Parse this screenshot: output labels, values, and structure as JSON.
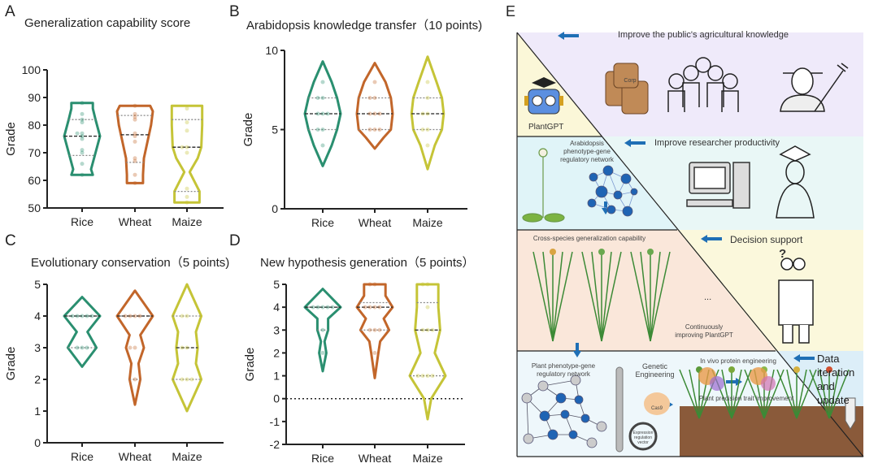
{
  "panels": {
    "A": {
      "letter": "A",
      "title": "Generalization capability score"
    },
    "B": {
      "letter": "B",
      "title": "Arabidopsis knowledge transfer（10 points)"
    },
    "C": {
      "letter": "C",
      "title": "Evolutionary conservation（5 points)"
    },
    "D": {
      "letter": "D",
      "title": "New hypothesis generation（5 points）"
    },
    "E": {
      "letter": "E",
      "public": "Improve the public's agricultural knowledge",
      "researcher": "Improve researcher productivity",
      "decision": "Decision support",
      "data_iter": "Data iteration and update",
      "plantgpt": "PlantGPT",
      "arab_net": "Arabidopsis phenotype-gene regulatory network",
      "cross_species": "Cross-species generalization capability",
      "continuous": "Continuously improving PlantGPT",
      "plant_net": "Plant phenotype-gene regulatory network",
      "genetic": "Genetic Engineering",
      "in_vivo": "In vivo protein engineering",
      "precision": "Plant precision trait improvement",
      "corp": "Corp",
      "cas9": "Cas9",
      "vector": "Expression regulation vector",
      "ellipsis": "...",
      "question": "?"
    }
  },
  "colors": {
    "Rice": "#2a8f70",
    "Wheat": "#c2662a",
    "Maize": "#c5c437",
    "arrow": "#1f6fb5",
    "node": "#1f64b4"
  },
  "chart_data": [
    {
      "id": "A",
      "type": "violin",
      "title": "Generalization capability score",
      "ylabel": "Grade",
      "ylim": [
        50,
        100
      ],
      "yticks": [
        50,
        60,
        70,
        80,
        90,
        100
      ],
      "categories": [
        "Rice",
        "Wheat",
        "Maize"
      ],
      "series": [
        {
          "name": "Rice",
          "median": 76,
          "q1": 69,
          "q3": 82,
          "density": [
            [
              62,
              0.6
            ],
            [
              64,
              0.5
            ],
            [
              70,
              0.75
            ],
            [
              76,
              1
            ],
            [
              82,
              0.75
            ],
            [
              86,
              0.6
            ],
            [
              88,
              0.6
            ]
          ],
          "points": [
            62,
            66,
            70,
            71,
            75,
            76,
            77,
            77,
            81,
            82,
            84,
            88
          ]
        },
        {
          "name": "Wheat",
          "median": 76.5,
          "q1": 66.5,
          "q3": 83.5,
          "density": [
            [
              59,
              0.45
            ],
            [
              62,
              0.45
            ],
            [
              68,
              0.5
            ],
            [
              74,
              0.7
            ],
            [
              80,
              0.9
            ],
            [
              85,
              1
            ],
            [
              87,
              0.85
            ]
          ],
          "points": [
            59,
            62,
            67,
            68,
            74,
            76,
            77,
            82,
            83,
            84,
            87
          ]
        },
        {
          "name": "Maize",
          "median": 72,
          "q1": 56,
          "q3": 82,
          "density": [
            [
              52,
              0.7
            ],
            [
              56,
              0.7
            ],
            [
              63,
              0.15
            ],
            [
              68,
              0.6
            ],
            [
              72,
              0.8
            ],
            [
              80,
              0.85
            ],
            [
              87,
              0.85
            ]
          ],
          "points": [
            52,
            54,
            57,
            70,
            72,
            72,
            78,
            81,
            86
          ]
        }
      ]
    },
    {
      "id": "B",
      "type": "violin",
      "title": "Arabidopsis knowledge transfer (10 points)",
      "ylabel": "Grade",
      "ylim": [
        0,
        10
      ],
      "yticks": [
        0,
        5,
        10
      ],
      "categories": [
        "Rice",
        "Wheat",
        "Maize"
      ],
      "series": [
        {
          "name": "Rice",
          "median": 6,
          "q1": 5,
          "q3": 7,
          "density": [
            [
              2.7,
              0
            ],
            [
              4,
              0.5
            ],
            [
              5,
              0.8
            ],
            [
              6,
              1
            ],
            [
              7,
              0.8
            ],
            [
              8,
              0.5
            ],
            [
              9.3,
              0
            ]
          ],
          "points": [
            4,
            5,
            5,
            6,
            6,
            6,
            7,
            7,
            8
          ]
        },
        {
          "name": "Wheat",
          "median": 6,
          "q1": 5,
          "q3": 7,
          "density": [
            [
              3.8,
              0
            ],
            [
              4.5,
              0.5
            ],
            [
              5,
              0.9
            ],
            [
              6,
              1
            ],
            [
              7,
              0.9
            ],
            [
              8,
              0.6
            ],
            [
              9.2,
              0
            ]
          ],
          "points": [
            5,
            5,
            5,
            6,
            6,
            6,
            7,
            7,
            8
          ]
        },
        {
          "name": "Maize",
          "median": 6,
          "q1": 5,
          "q3": 7,
          "density": [
            [
              2.5,
              0
            ],
            [
              4,
              0.4
            ],
            [
              5,
              0.8
            ],
            [
              6,
              0.9
            ],
            [
              7,
              0.8
            ],
            [
              8,
              0.5
            ],
            [
              9.6,
              0
            ]
          ],
          "points": [
            4,
            5,
            5,
            6,
            6,
            7,
            8
          ]
        }
      ]
    },
    {
      "id": "C",
      "type": "violin",
      "title": "Evolutionary conservation (5 points)",
      "ylabel": "Grade",
      "ylim": [
        0,
        5
      ],
      "yticks": [
        0,
        1,
        2,
        3,
        4,
        5
      ],
      "categories": [
        "Rice",
        "Wheat",
        "Maize"
      ],
      "series": [
        {
          "name": "Rice",
          "median": 4,
          "q1": 3,
          "q3": 4,
          "density": [
            [
              2.4,
              0
            ],
            [
              3,
              0.8
            ],
            [
              3.5,
              0.3
            ],
            [
              4,
              1
            ],
            [
              4.6,
              0
            ]
          ],
          "points": [
            3,
            3,
            3,
            4,
            4,
            4,
            4,
            4
          ]
        },
        {
          "name": "Wheat",
          "median": 4,
          "q1": 2,
          "q3": 4,
          "density": [
            [
              1.2,
              0
            ],
            [
              2,
              0.3
            ],
            [
              2.5,
              0.2
            ],
            [
              3,
              0.5
            ],
            [
              3.4,
              0.3
            ],
            [
              4,
              1
            ],
            [
              4.8,
              0
            ]
          ],
          "points": [
            2,
            3,
            3,
            4,
            4,
            4,
            4
          ]
        },
        {
          "name": "Maize",
          "median": 3,
          "q1": 2,
          "q3": 4,
          "density": [
            [
              1,
              0
            ],
            [
              2,
              0.8
            ],
            [
              2.5,
              0.5
            ],
            [
              3,
              0.6
            ],
            [
              3.5,
              0.5
            ],
            [
              4,
              0.8
            ],
            [
              5,
              0
            ]
          ],
          "points": [
            2,
            2,
            2,
            3,
            3,
            4,
            4
          ]
        }
      ]
    },
    {
      "id": "D",
      "type": "violin",
      "title": "New hypothesis generation (5 points)",
      "ylabel": "Grade",
      "ylim": [
        -2,
        5
      ],
      "yticks": [
        -2,
        -1,
        0,
        1,
        2,
        3,
        4,
        5
      ],
      "reference_line": 0,
      "categories": [
        "Rice",
        "Wheat",
        "Maize"
      ],
      "series": [
        {
          "name": "Rice",
          "median": 4,
          "q1": 3,
          "q3": 4,
          "density": [
            [
              1.2,
              0
            ],
            [
              2,
              0.2
            ],
            [
              2.5,
              0.1
            ],
            [
              3,
              0.3
            ],
            [
              3.5,
              0.3
            ],
            [
              4,
              1
            ],
            [
              4.8,
              0
            ]
          ],
          "points": [
            2,
            3,
            4,
            4,
            4,
            4,
            4
          ]
        },
        {
          "name": "Wheat",
          "median": 4,
          "q1": 3,
          "q3": 4.2,
          "density": [
            [
              0.9,
              0
            ],
            [
              2,
              0.2
            ],
            [
              2.5,
              0.3
            ],
            [
              3,
              0.8
            ],
            [
              3.5,
              0.5
            ],
            [
              4,
              1
            ],
            [
              4.5,
              0.6
            ],
            [
              5,
              0.6
            ]
          ],
          "points": [
            2,
            3,
            3,
            3,
            4,
            4,
            4,
            4,
            5,
            5
          ]
        },
        {
          "name": "Maize",
          "median": 3,
          "q1": 1,
          "q3": 4.2,
          "density": [
            [
              -0.9,
              0
            ],
            [
              0,
              0.2
            ],
            [
              1,
              1
            ],
            [
              2,
              0.4
            ],
            [
              3,
              0.7
            ],
            [
              4,
              0.6
            ],
            [
              5,
              0.6
            ]
          ],
          "points": [
            1,
            1,
            1,
            1,
            3,
            3,
            3,
            4,
            5,
            5
          ]
        }
      ]
    }
  ]
}
